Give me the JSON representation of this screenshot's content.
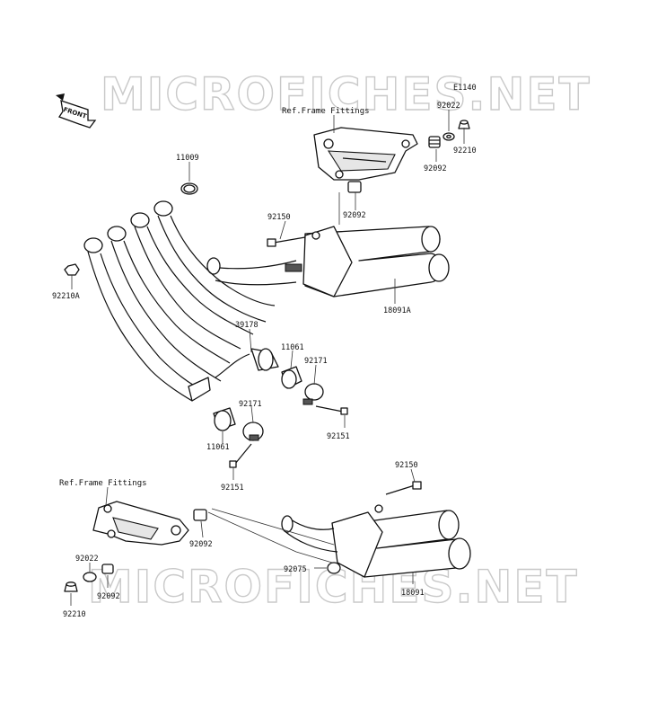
{
  "watermark": "MICROFICHES.NET",
  "diagram_code": "E1140",
  "front_marker": "FRONT",
  "callouts": {
    "ref_frame_top": "Ref.Frame Fittings",
    "ref_frame_bottom": "Ref.Frame Fittings",
    "p92022_top": "92022",
    "p92210_top": "92210",
    "p92092_top_a": "92092",
    "p92092_top_b": "92092",
    "p11009": "11009",
    "p92150_top": "92150",
    "p92210A": "92210A",
    "p18091A": "18091A",
    "p39178": "39178",
    "p11061_a": "11061",
    "p92171_a": "92171",
    "p92151_a": "92151",
    "p92171_b": "92171",
    "p11061_b": "11061",
    "p92151_b": "92151",
    "p92150_bottom": "92150",
    "p92022_bottom": "92022",
    "p92092_bottom_a": "92092",
    "p92092_bottom_b": "92092",
    "p92075": "92075",
    "p92210_bottom": "92210",
    "p18091": "18091"
  }
}
